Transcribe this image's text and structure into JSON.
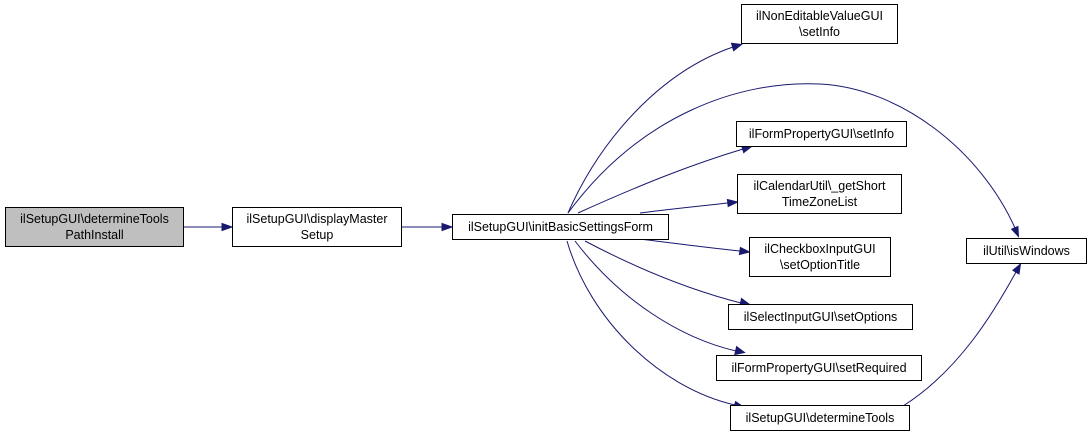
{
  "nodes": [
    {
      "id": "determineToolsPathInstall",
      "lines": [
        "ilSetupGUI\\determineTools",
        "PathInstall"
      ],
      "root": true
    },
    {
      "id": "displayMasterSetup",
      "lines": [
        "ilSetupGUI\\displayMaster",
        "Setup"
      ]
    },
    {
      "id": "initBasicSettingsForm",
      "lines": [
        "ilSetupGUI\\initBasicSettingsForm"
      ]
    },
    {
      "id": "nonEditableSetInfo",
      "lines": [
        "ilNonEditableValueGUI",
        "\\setInfo"
      ]
    },
    {
      "id": "formPropertySetInfo",
      "lines": [
        "ilFormPropertyGUI\\setInfo"
      ]
    },
    {
      "id": "getShortTimeZoneList",
      "lines": [
        "ilCalendarUtil\\_getShort",
        "TimeZoneList"
      ]
    },
    {
      "id": "setOptionTitle",
      "lines": [
        "ilCheckboxInputGUI",
        "\\setOptionTitle"
      ]
    },
    {
      "id": "setOptions",
      "lines": [
        "ilSelectInputGUI\\setOptions"
      ]
    },
    {
      "id": "setRequired",
      "lines": [
        "ilFormPropertyGUI\\setRequired"
      ]
    },
    {
      "id": "determineTools",
      "lines": [
        "ilSetupGUI\\determineTools"
      ]
    },
    {
      "id": "isWindows",
      "lines": [
        "ilUtil\\isWindows"
      ]
    }
  ],
  "edges": [
    {
      "from": "determineToolsPathInstall",
      "to": "displayMasterSetup"
    },
    {
      "from": "displayMasterSetup",
      "to": "initBasicSettingsForm"
    },
    {
      "from": "initBasicSettingsForm",
      "to": "nonEditableSetInfo"
    },
    {
      "from": "initBasicSettingsForm",
      "to": "isWindows"
    },
    {
      "from": "initBasicSettingsForm",
      "to": "formPropertySetInfo"
    },
    {
      "from": "initBasicSettingsForm",
      "to": "getShortTimeZoneList"
    },
    {
      "from": "initBasicSettingsForm",
      "to": "setOptionTitle"
    },
    {
      "from": "initBasicSettingsForm",
      "to": "setOptions"
    },
    {
      "from": "initBasicSettingsForm",
      "to": "setRequired"
    },
    {
      "from": "initBasicSettingsForm",
      "to": "determineTools"
    },
    {
      "from": "determineTools",
      "to": "isWindows"
    }
  ],
  "colors": {
    "edge": "#191970",
    "root_fill": "#bfbfbf",
    "node_fill": "#ffffff",
    "border": "#000000"
  }
}
